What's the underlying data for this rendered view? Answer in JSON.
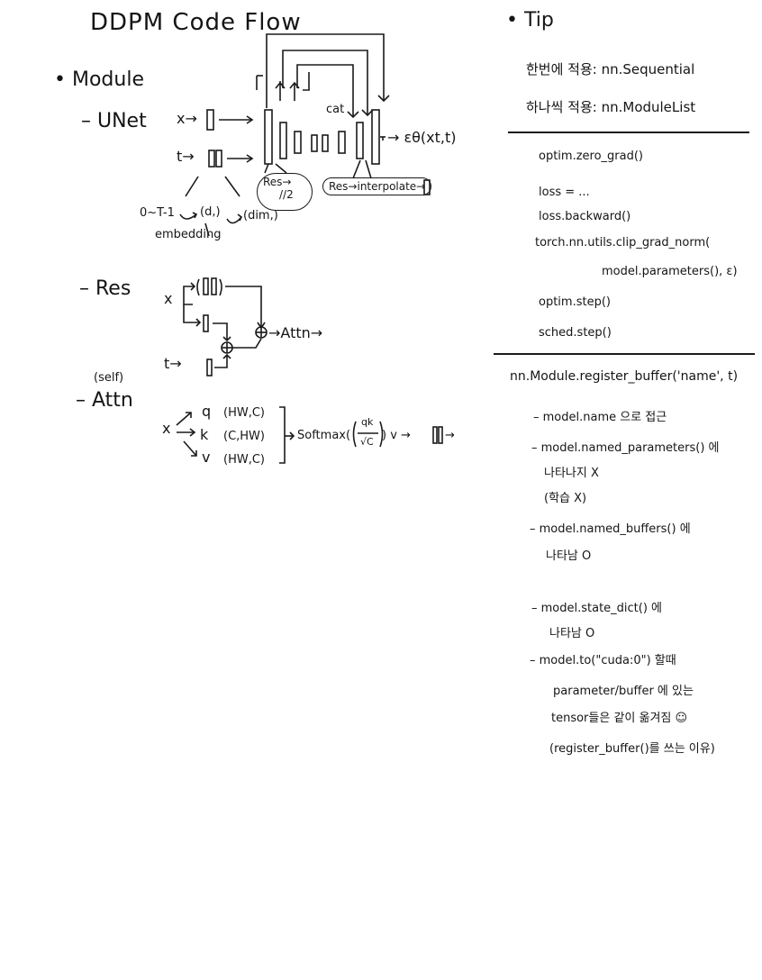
{
  "left": {
    "title": "DDPM Code Flow",
    "module_heading": "Module",
    "unet": {
      "label": "– UNet",
      "x_input": "x→",
      "t_input": "t→",
      "output": "→ εθ(xt,t)",
      "cat": "cat",
      "res_block": "Res→",
      "res_half": "//2",
      "res_interp": "Res→interpolate→",
      "range": "0~T-1",
      "d1": "(d,)",
      "dim": "(dim,)",
      "embedding": "embedding"
    },
    "res": {
      "label": "– Res",
      "x": "x",
      "t": "t→",
      "attn": "→Attn→"
    },
    "attn": {
      "self": "(self)",
      "label": "– Attn",
      "x": "x",
      "q": "q",
      "k": "k",
      "v": "v",
      "q_shape": "(HW,C)",
      "k_shape": "(C,HW)",
      "v_shape": "(HW,C)",
      "softmax": "Softmax(",
      "frac_num": "qk",
      "frac_den": "√C",
      "tail": ") v →",
      "end": "→"
    }
  },
  "right": {
    "tip_heading": "Tip",
    "tip1": "한번에 적용: nn.Sequential",
    "tip2": "하나씩 적용: nn.ModuleList",
    "code": [
      "optim.zero_grad()",
      "loss = ...",
      "loss.backward()",
      "torch.nn.utils.clip_grad_norm(",
      "model.parameters(), ε)",
      "optim.step()",
      "sched.step()"
    ],
    "buffer_title": "nn.Module.register_buffer('name', t)",
    "notes": [
      "– model.name 으로 접근",
      "– model.named_parameters() 에",
      "나타나지 X",
      "(학습 X)",
      "– model.named_buffers() 에",
      "나타남 O",
      "– model.state_dict() 에",
      "나타남 O",
      "– model.to(\"cuda:0\") 할때",
      "parameter/buffer 에 있는",
      "tensor들은 같이 옮겨짐 ☺",
      "(register_buffer()를 쓰는 이유)"
    ]
  }
}
